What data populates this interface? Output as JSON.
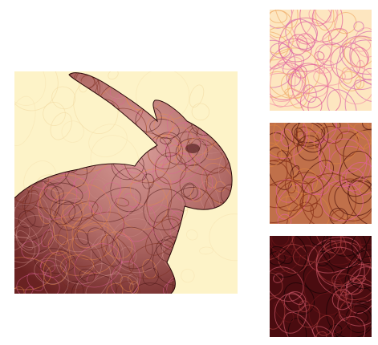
{
  "figure": {
    "subject": "bunny-illustration",
    "style": "scribble-hatching",
    "colors": {
      "background_cream": "#fdf3c8",
      "bunny_light": "#c98a86",
      "bunny_mid": "#9c4f4c",
      "bunny_dark": "#4a1414",
      "stroke_pink": "#e0609a",
      "stroke_orange": "#e88a4a",
      "stroke_brown": "#7a2a1a"
    }
  },
  "swatches": [
    {
      "tone": "light",
      "background": "#fde6c0",
      "strokes": [
        "#f49aa8",
        "#e0609a",
        "#f0b070",
        "#d870b0"
      ]
    },
    {
      "tone": "medium",
      "background": "#c0704a",
      "strokes": [
        "#8a3018",
        "#e0609a",
        "#5a1a10",
        "#d88040"
      ]
    },
    {
      "tone": "dark",
      "background": "#4a0c10",
      "strokes": [
        "#1a0406",
        "#a03838",
        "#6a1418",
        "#c05060"
      ]
    }
  ]
}
